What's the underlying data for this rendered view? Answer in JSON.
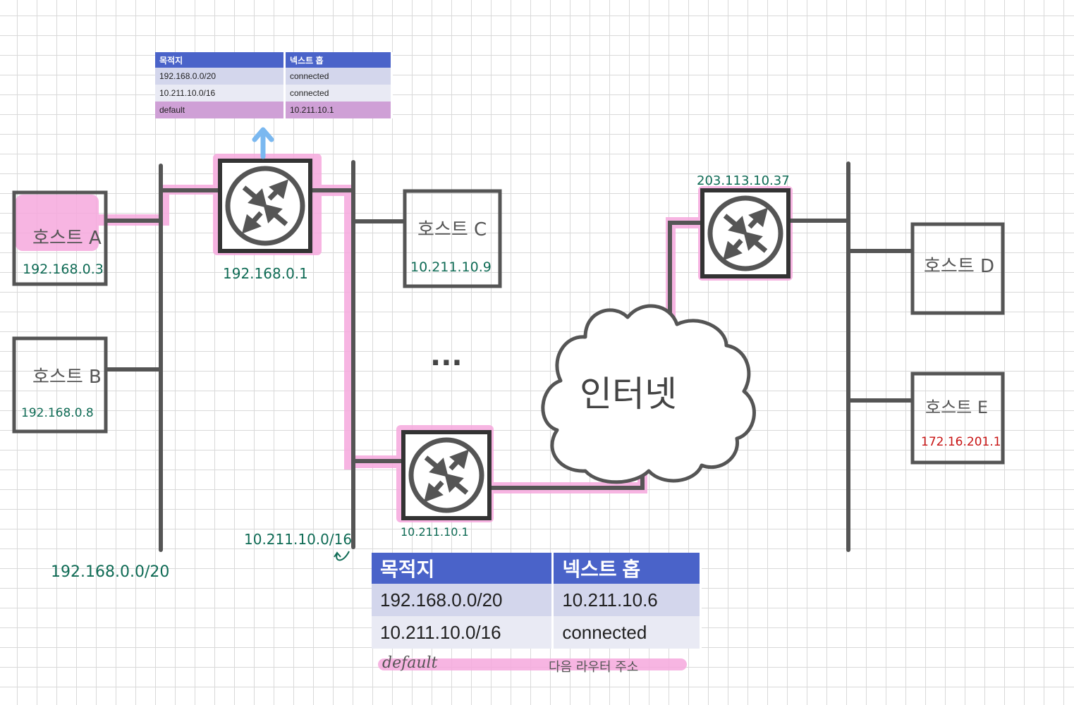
{
  "hosts": {
    "a": {
      "name": "호스트 A",
      "ip": "192.168.0.3"
    },
    "b": {
      "name": "호스트 B",
      "ip": "192.168.0.8"
    },
    "c": {
      "name": "호스트 C",
      "ip": "10.211.10.9"
    },
    "d": {
      "name": "호스트 D"
    },
    "e": {
      "name": "호스트 E",
      "ip": "172.16.201.1"
    }
  },
  "routers": {
    "r1": {
      "ip": "192.168.0.1"
    },
    "r2": {
      "ip": "10.211.10.1"
    },
    "r3": {
      "ip": "203.113.10.37"
    }
  },
  "networks": {
    "left": "192.168.0.0/20",
    "middle": "10.211.10.0/16"
  },
  "ellipsis": "...",
  "internet": "인터넷",
  "routing_table_top": {
    "headers": [
      "목적지",
      "넥스트 홉"
    ],
    "rows": [
      [
        "192.168.0.0/20",
        "connected"
      ],
      [
        "10.211.10.0/16",
        "connected"
      ],
      [
        "default",
        "10.211.10.1"
      ]
    ]
  },
  "routing_table_bottom": {
    "headers": [
      "목적지",
      "넥스트 홉"
    ],
    "rows": [
      [
        "192.168.0.0/20",
        "10.211.10.6"
      ],
      [
        "10.211.10.0/16",
        "connected"
      ]
    ],
    "handwritten": {
      "dest": "default",
      "next_hop": "다음 라우터 주소"
    }
  },
  "colors": {
    "line": "#555555",
    "highlight": "#f6a8dd",
    "arrow": "#7ab8f0",
    "label_green": "#0f6b55",
    "label_red": "#c81414",
    "table_header": "#4a63c9"
  }
}
